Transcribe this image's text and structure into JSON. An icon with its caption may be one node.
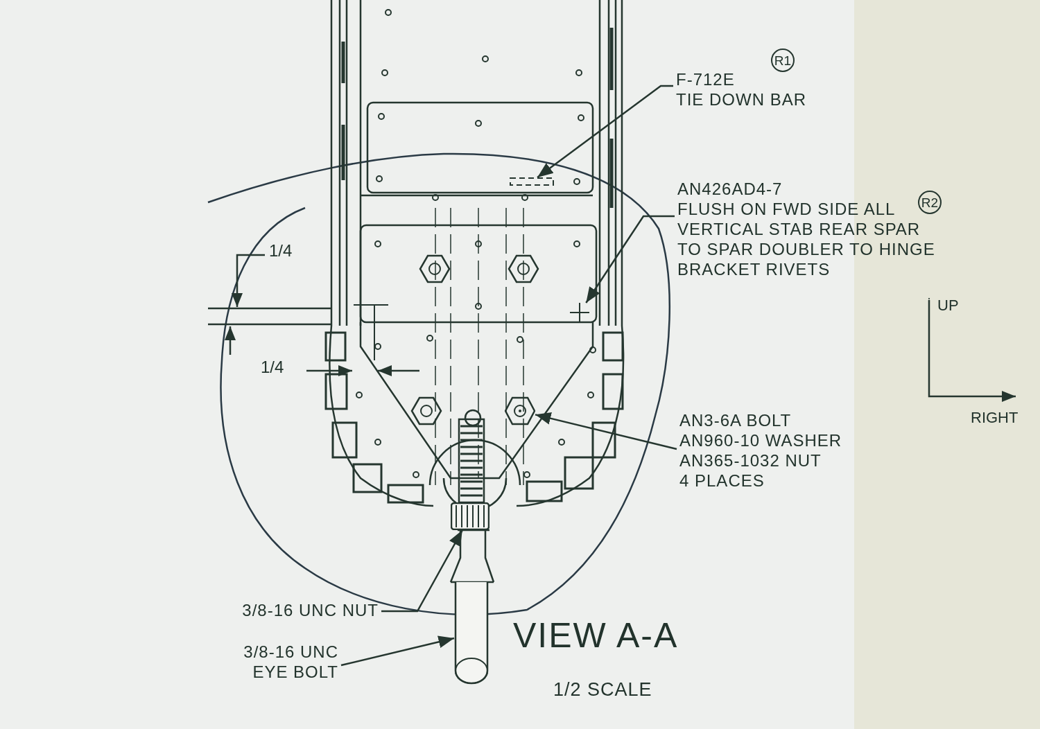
{
  "diagram": {
    "nodes": [
      {
        "text": [
          "F-712E",
          "TIE DOWN BAR"
        ]
      },
      {
        "text": [],
        "shape": "bar"
      },
      {
        "text": [
          "AN426AD4-7",
          "FLUSH ON FWD SIDE ALL VERTICAL STAB REAR SPAR TO SPAR DOUBLER TO HINGE BRACKET RIVETS"
        ]
      },
      {
        "text": [],
        "shape": "cross"
      },
      {
        "text": [
          "AN3-6A BOLT",
          "AN960-10 WASHER",
          "AN365-1032 NUT",
          "4 PLACES"
        ]
      },
      {
        "text": [],
        "shape": "hexagon"
      },
      {
        "text": [
          "3/8-16 UNC NUT"
        ]
      },
      {
        "text": [],
        "shape": "box"
      },
      {
        "text": [
          "3/8-16 UNC EYE BOLT"
        ]
      },
      {
        "text": [],
        "shape": "cylinder"
      },
      {
        "text": [
          "R1"
        ]
      },
      {
        "text": [
          "R2"
        ]
      }
    ],
    "edges": [
      {
        "from": 0,
        "to": 1,
        "arrow": "to"
      },
      {
        "from": 2,
        "to": 3,
        "arrow": "to"
      },
      {
        "from": 4,
        "to": 5,
        "arrow": "to"
      },
      {
        "from": 6,
        "to": 7,
        "arrow": "to"
      },
      {
        "from": 8,
        "to": 9,
        "arrow": "to"
      }
    ],
    "labels": [
      "1/4",
      "1/4",
      "UP",
      "RIGHT",
      "VIEW A-A",
      "1/2 SCALE"
    ]
  }
}
